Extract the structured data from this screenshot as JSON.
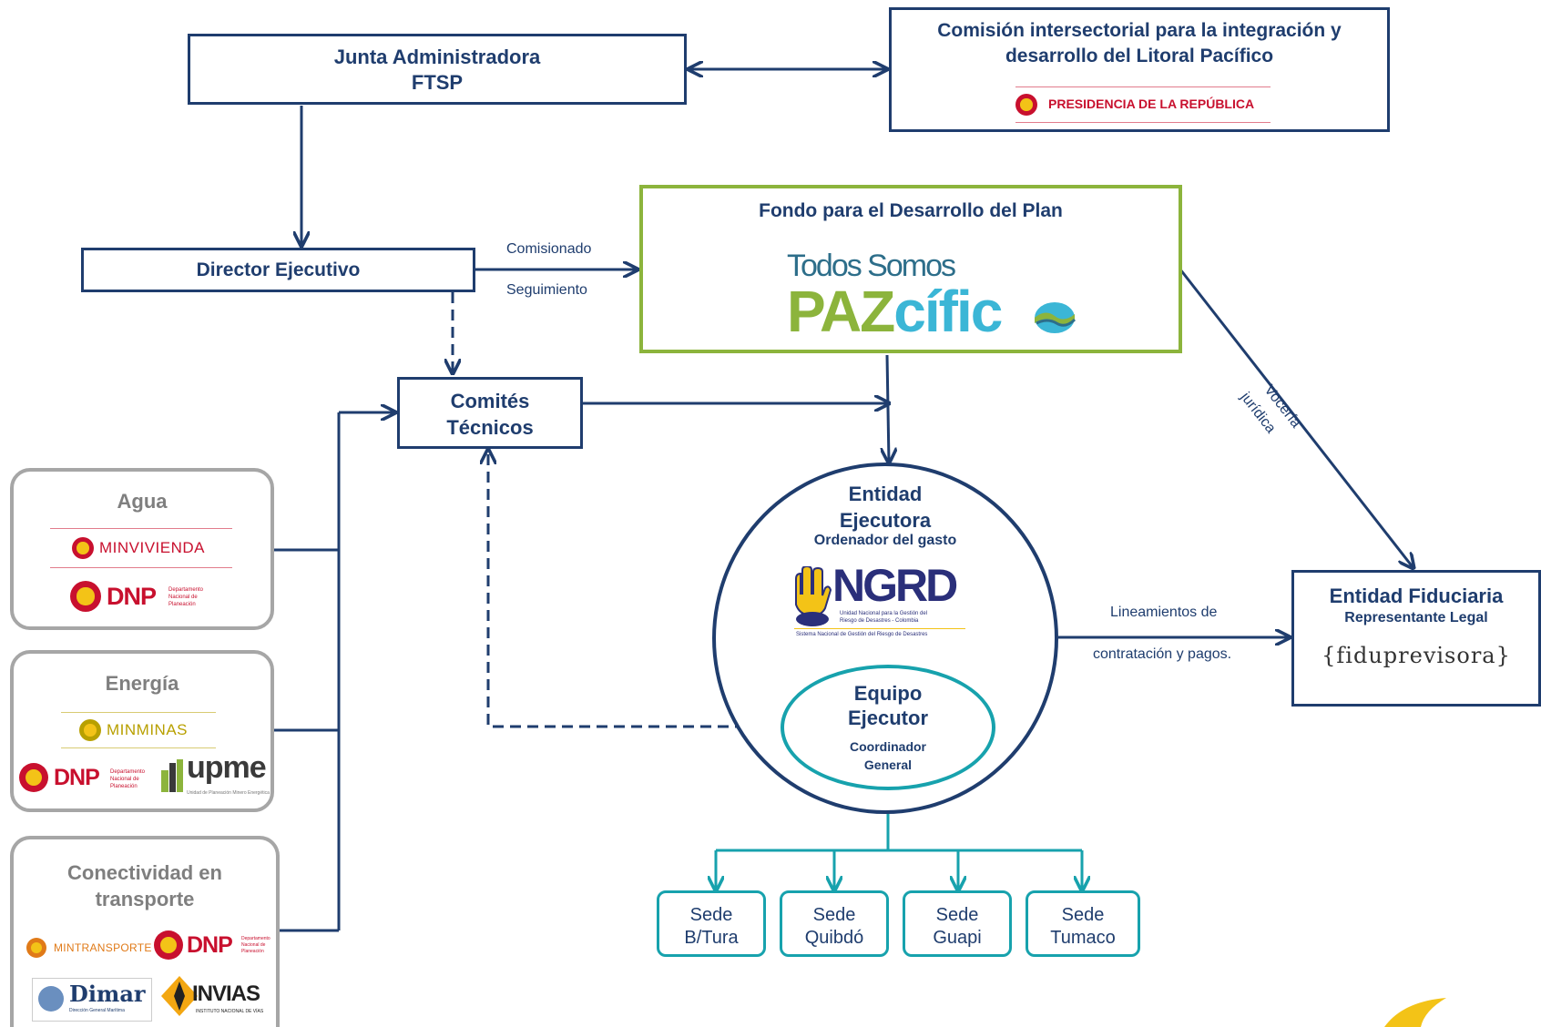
{
  "junta": {
    "line1": "Junta Administradora",
    "line2": "FTSP"
  },
  "comision": {
    "line1": "Comisión intersectorial para la integración y",
    "line2": "desarrollo del Litoral Pacífico",
    "logo_text": "PRESIDENCIA DE LA REPÚBLICA"
  },
  "director": {
    "label": "Director Ejecutivo"
  },
  "fondo": {
    "title": "Fondo para el Desarrollo del Plan",
    "logo_line1": "Todos Somos",
    "logo_paz": "PAZ",
    "logo_cifico": "cífic"
  },
  "arrows": {
    "comisionado": "Comisionado",
    "seguimiento": "Seguimiento",
    "voceria": "Vocería",
    "juridica": "jurídica",
    "lineamientos1": "Lineamientos de",
    "lineamientos2": "contratación y pagos."
  },
  "comites": {
    "line1": "Comités",
    "line2": "Técnicos"
  },
  "entidad_ejecutora": {
    "line1": "Entidad",
    "line2": "Ejecutora",
    "sub": "Ordenador del gasto",
    "logo_text": "NGRD",
    "logo_sub1": "Unidad Nacional para la Gestión del",
    "logo_sub2": "Riesgo de Desastres - Colombia",
    "logo_sub3": "Sistema Nacional de Gestión del Riesgo de Desastres"
  },
  "equipo": {
    "line1": "Equipo",
    "line2": "Ejecutor",
    "sub1": "Coordinador",
    "sub2": "General"
  },
  "fiduciaria": {
    "title": "Entidad Fiduciaria",
    "sub": "Representante Legal",
    "logo_text": "{fiduprevisora}"
  },
  "sedes": [
    {
      "line1": "Sede",
      "line2": "B/Tura"
    },
    {
      "line1": "Sede",
      "line2": "Quibdó"
    },
    {
      "line1": "Sede",
      "line2": "Guapi"
    },
    {
      "line1": "Sede",
      "line2": "Tumaco"
    }
  ],
  "sectors": {
    "agua": {
      "title": "Agua",
      "logo1": "MINVIVIENDA",
      "logo2": "DNP",
      "logo2_sub": "Departamento Nacional de Planeación"
    },
    "energia": {
      "title": "Energía",
      "logo1": "MINMINAS",
      "logo2": "DNP",
      "logo2_sub": "Departamento Nacional de Planeación",
      "logo3": "upme",
      "logo3_sub": "Unidad de Planeación Minero Energética"
    },
    "conectividad": {
      "title_line1": "Conectividad en",
      "title_line2": "transporte",
      "logo1": "MINTRANSPORTE",
      "logo2": "DNP",
      "logo2_sub": "Departamento Nacional de Planeación",
      "logo3": "Dimar",
      "logo3_sub": "Dirección General Marítima",
      "logo4": "INVIAS",
      "logo4_sub": "INSTITUTO NACIONAL DE VÍAS"
    }
  },
  "colors": {
    "navy": "#1f3d6e",
    "green": "#8cb43c",
    "teal": "#17a2ad",
    "gray": "#a6a6a6",
    "red": "#c8102e",
    "gold": "#b8a000"
  }
}
